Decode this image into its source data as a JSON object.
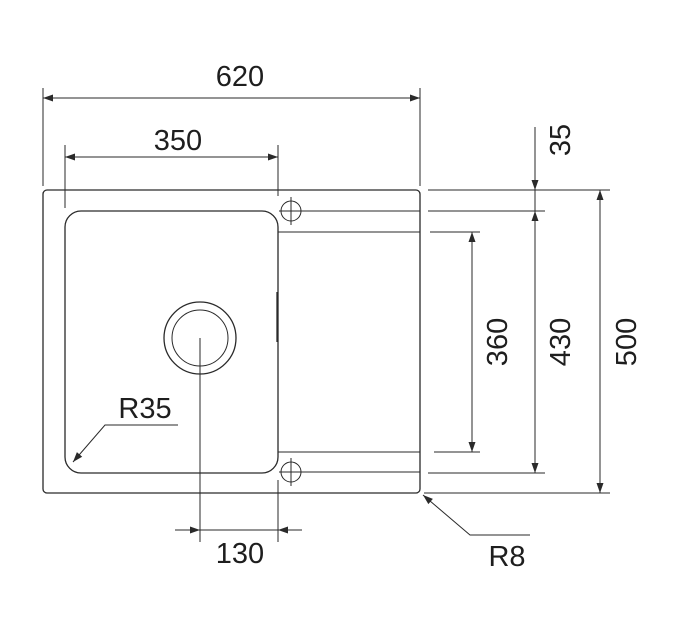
{
  "drawing": {
    "dimensions": {
      "overall_width": "620",
      "bowl_width": "350",
      "drain_offset": "130",
      "overall_depth": "500",
      "inner_depth": "430",
      "drainer_depth": "360",
      "edge_offset": "35",
      "bowl_radius": "R35",
      "corner_radius": "R8"
    },
    "line_color": "#2a2a2a"
  }
}
